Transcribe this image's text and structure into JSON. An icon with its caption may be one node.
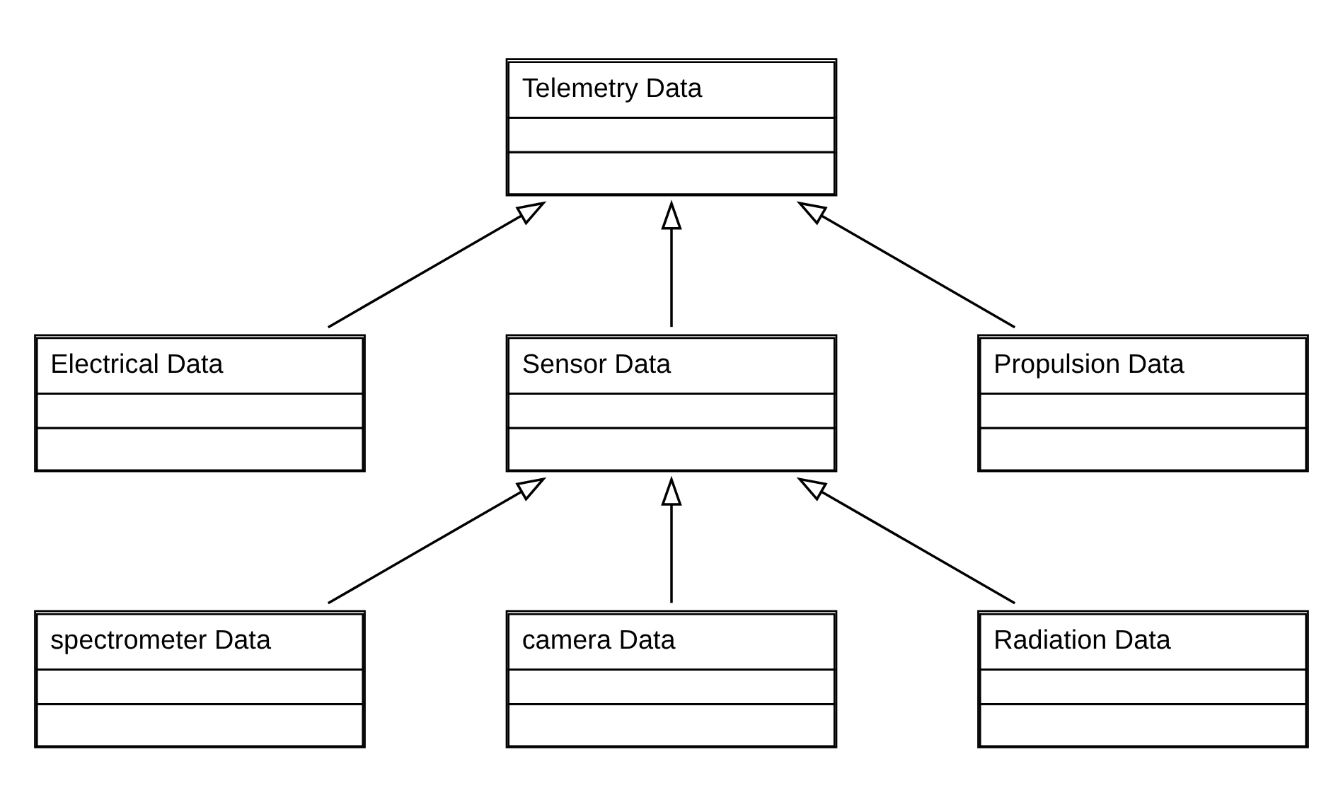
{
  "diagram": {
    "nodes": [
      {
        "text": [
          "Telemetry Data"
        ]
      },
      {
        "text": [
          "Electrical Data"
        ]
      },
      {
        "text": [
          "Sensor Data"
        ]
      },
      {
        "text": [
          "Propulsion Data"
        ]
      },
      {
        "text": [
          "spectrometer Data"
        ]
      },
      {
        "text": [
          "camera Data"
        ]
      },
      {
        "text": [
          "Radiation Data"
        ]
      }
    ],
    "edges": [
      {
        "from": 1,
        "to": 0,
        "arrow": "to"
      },
      {
        "from": 2,
        "to": 0,
        "arrow": "to"
      },
      {
        "from": 3,
        "to": 0,
        "arrow": "to"
      },
      {
        "from": 4,
        "to": 2,
        "arrow": "to"
      },
      {
        "from": 5,
        "to": 2,
        "arrow": "to"
      },
      {
        "from": 6,
        "to": 2,
        "arrow": "to"
      }
    ]
  }
}
